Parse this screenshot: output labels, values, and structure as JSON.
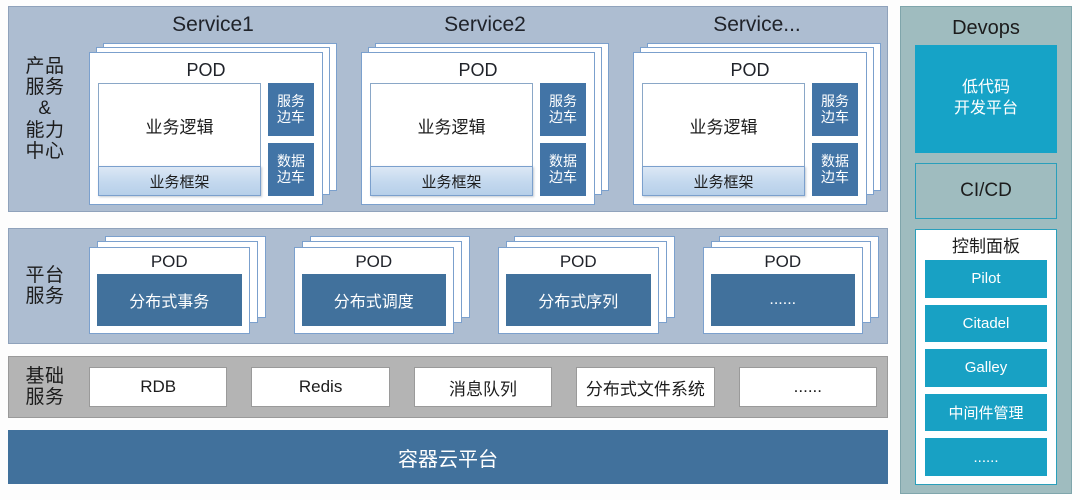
{
  "bands": [
    {
      "id": "products",
      "label_lines": [
        "产品",
        "服务",
        "&",
        "能力",
        "中心"
      ],
      "services": [
        {
          "title": "Service1",
          "pod_title": "POD",
          "business_logic": "业务逻辑",
          "business_framework": "业务框架",
          "sidecars": [
            {
              "lines": [
                "服务",
                "边车"
              ]
            },
            {
              "lines": [
                "数据",
                "边车"
              ]
            }
          ]
        },
        {
          "title": "Service2",
          "pod_title": "POD",
          "business_logic": "业务逻辑",
          "business_framework": "业务框架",
          "sidecars": [
            {
              "lines": [
                "服务",
                "边车"
              ]
            },
            {
              "lines": [
                "数据",
                "边车"
              ]
            }
          ]
        },
        {
          "title": "Service...",
          "pod_title": "POD",
          "business_logic": "业务逻辑",
          "business_framework": "业务框架",
          "sidecars": [
            {
              "lines": [
                "服务",
                "边车"
              ]
            },
            {
              "lines": [
                "数据",
                "边车"
              ]
            }
          ]
        }
      ]
    },
    {
      "id": "platform",
      "label_lines": [
        "平台",
        "服务"
      ],
      "pods": [
        {
          "pod_title": "POD",
          "fill": "分布式事务"
        },
        {
          "pod_title": "POD",
          "fill": "分布式调度"
        },
        {
          "pod_title": "POD",
          "fill": "分布式序列"
        },
        {
          "pod_title": "POD",
          "fill": "......"
        }
      ]
    },
    {
      "id": "infra",
      "label_lines": [
        "基础",
        "服务"
      ],
      "boxes": [
        "RDB",
        "Redis",
        "消息队列",
        "分布式文件系统",
        "......"
      ]
    }
  ],
  "container_bar": {
    "label": "容器云平台"
  },
  "devops": {
    "title": "Devops",
    "lowcode_lines": [
      "低代码",
      "开发平台"
    ],
    "cicd": "CI/CD",
    "panel": {
      "title": "控制面板",
      "items": [
        "Pilot",
        "Citadel",
        "Galley",
        "中间件管理",
        "......"
      ]
    }
  },
  "colors": {
    "band_blue": "#adbdd1",
    "band_gray": "#b4b4b4",
    "steel_blue": "#41719c",
    "sidecar_blue": "#4274a6",
    "devops_bg": "#9fbcbf",
    "cyan": "#16a3c7",
    "card_border": "#7ba0cd"
  }
}
